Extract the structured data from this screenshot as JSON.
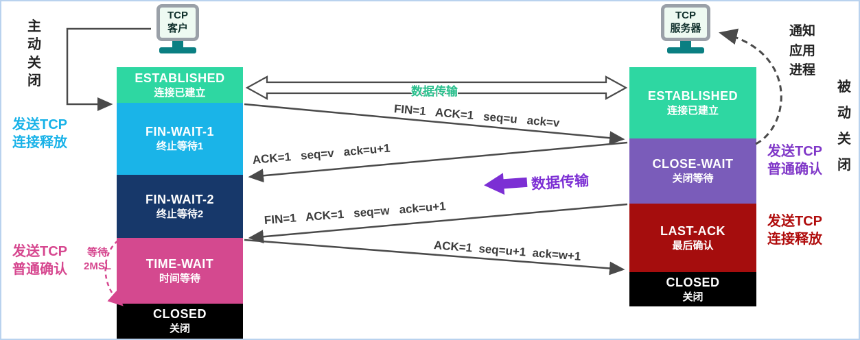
{
  "diagram": {
    "frame_color": "#b9d2ee",
    "arrow_color": "#4a4a4a"
  },
  "client": {
    "device": {
      "label": "TCP\n客户"
    },
    "states": [
      {
        "name": "ESTABLISHED",
        "zh": "连接已建立",
        "color": "#2ed7a2"
      },
      {
        "name": "FIN-WAIT-1",
        "zh": "终止等待1",
        "color": "#1ab4e8"
      },
      {
        "name": "FIN-WAIT-2",
        "zh": "终止等待2",
        "color": "#17386a"
      },
      {
        "name": "TIME-WAIT",
        "zh": "时间等待",
        "color": "#d4498f"
      },
      {
        "name": "CLOSED",
        "zh": "关闭",
        "color": "#000000"
      }
    ]
  },
  "server": {
    "device": {
      "label": "TCP\n服务器"
    },
    "states": [
      {
        "name": "ESTABLISHED",
        "zh": "连接已建立",
        "color": "#2ed7a2"
      },
      {
        "name": "CLOSE-WAIT",
        "zh": "关闭等待",
        "color": "#7a5cba"
      },
      {
        "name": "LAST-ACK",
        "zh": "最后确认",
        "color": "#a50d0d"
      },
      {
        "name": "CLOSED",
        "zh": "关闭",
        "color": "#000000"
      }
    ]
  },
  "annotations": {
    "active_close": "主\n动\n关\n闭",
    "passive_close": "被\n动\n关\n闭",
    "notify_app": "通知\n应用\n进程",
    "client_send_release": "发送TCP\n连接释放",
    "client_send_ack": "发送TCP\n普通确认",
    "server_send_ack": "发送TCP\n普通确认",
    "server_send_release": "发送TCP\n连接释放",
    "wait_2msl": "等待\n2MSL",
    "colors": {
      "client_send_release": "#18b2e8",
      "client_send_ack": "#d6478f",
      "server_send_ack": "#8038c8",
      "server_send_release": "#b00c0c",
      "wait_2msl": "#d6478f",
      "side_text": "#222222"
    }
  },
  "messages": {
    "data_transfer_top": "数据传输",
    "fin_1": "FIN=1   ACK=1   seq=u   ack=v",
    "ack_1": "ACK=1   seq=v   ack=u+1",
    "data_transfer_mid": "数据传输",
    "fin_2": "FIN=1   ACK=1   seq=w   ack=u+1",
    "ack_2": "ACK=1  seq=u+1  ack=w+1"
  }
}
